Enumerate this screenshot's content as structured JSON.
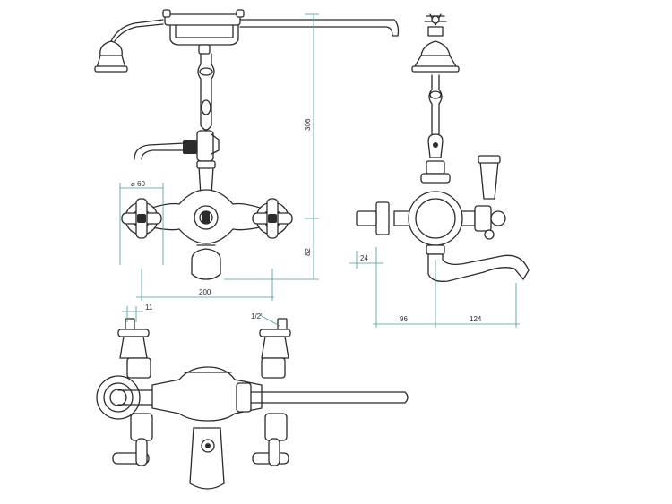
{
  "colors": {
    "line": "#2b2b2b",
    "dimension": "#4a9a9a",
    "background": "#ffffff"
  },
  "dimensions": {
    "handle_dia": "⌀ 60",
    "total_height": "306",
    "spout_height": "82",
    "centers": "200",
    "wall_plate": "24",
    "depth_body": "96",
    "spout_reach": "124",
    "pipe_offset": "11",
    "thread": "1/2\""
  }
}
